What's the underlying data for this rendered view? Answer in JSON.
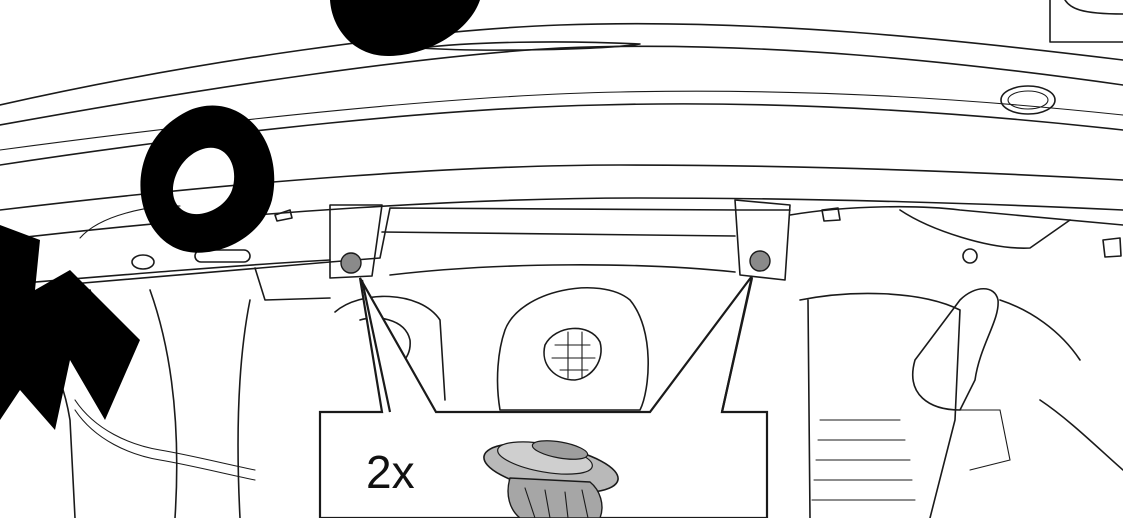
{
  "callout": {
    "quantity_label": "2x"
  },
  "colors": {
    "background": "#ffffff",
    "line_art": "#1a1a1a",
    "fastener_marker": "#8a8a8a",
    "watermark": "#000000",
    "clip_body": "#b9b9b9"
  },
  "icons": {
    "fastener_markers": "gray-circle",
    "clip_part": "push-pin-clip",
    "watermark": "large-black-letters"
  }
}
